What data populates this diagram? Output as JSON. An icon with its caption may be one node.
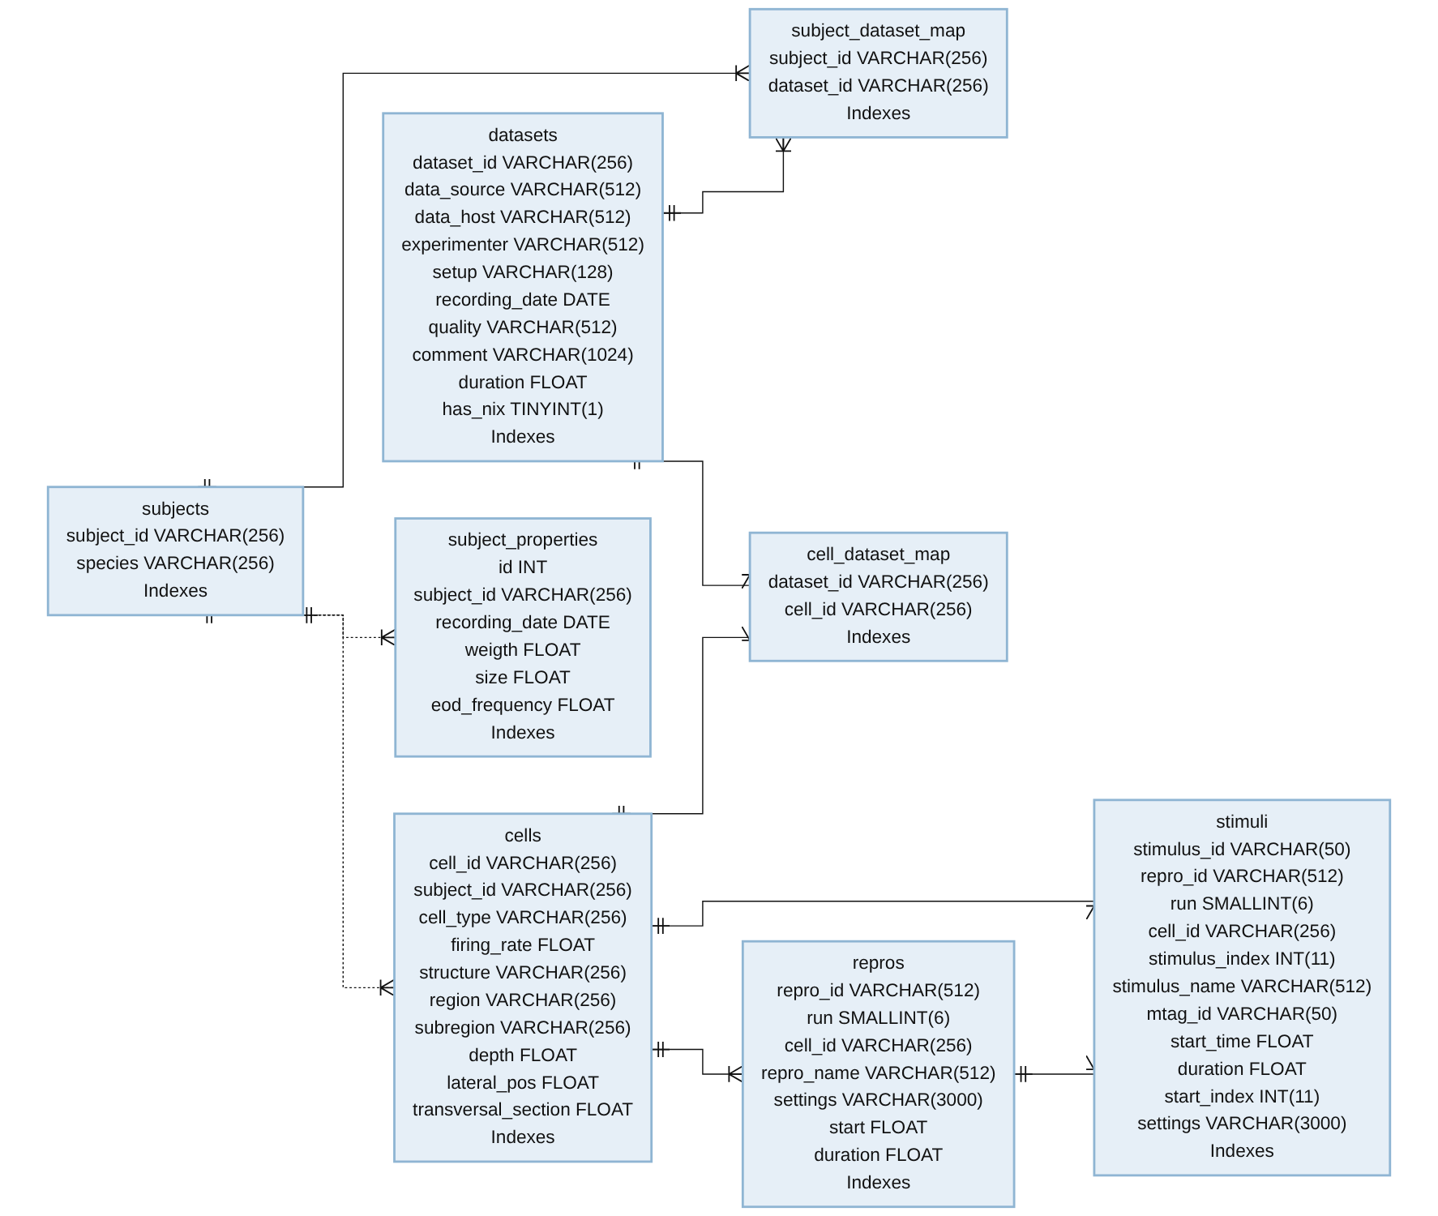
{
  "diagram": {
    "nodes": [
      {
        "text": [
          "datasets",
          "dataset_id VARCHAR(256)",
          "data_source VARCHAR(512)",
          "data_host VARCHAR(512)",
          "experimenter VARCHAR(512)",
          "setup VARCHAR(128)",
          "recording_date DATE",
          "quality VARCHAR(512)",
          "comment VARCHAR(1024)",
          "duration FLOAT",
          "has_nix TINYINT(1)",
          "Indexes"
        ]
      },
      {
        "text": [
          "subject_dataset_map",
          "subject_id VARCHAR(256)",
          "dataset_id VARCHAR(256)",
          "Indexes"
        ]
      },
      {
        "text": [
          "subjects",
          "subject_id VARCHAR(256)",
          "species VARCHAR(256)",
          "Indexes"
        ]
      },
      {
        "text": [
          "subject_properties",
          "id INT",
          "subject_id VARCHAR(256)",
          "recording_date DATE",
          "weigth FLOAT",
          "size FLOAT",
          "eod_frequency FLOAT",
          "Indexes"
        ]
      },
      {
        "text": [
          "cell_dataset_map",
          "dataset_id VARCHAR(256)",
          "cell_id VARCHAR(256)",
          "Indexes"
        ]
      },
      {
        "text": [
          "cells",
          "cell_id VARCHAR(256)",
          "subject_id VARCHAR(256)",
          "cell_type VARCHAR(256)",
          "firing_rate FLOAT",
          "structure VARCHAR(256)",
          "region VARCHAR(256)",
          "subregion VARCHAR(256)",
          "depth FLOAT",
          "lateral_pos FLOAT",
          "transversal_section FLOAT",
          "Indexes"
        ]
      },
      {
        "text": [
          "stimuli",
          "stimulus_id VARCHAR(50)",
          "repro_id VARCHAR(512)",
          "run SMALLINT(6)",
          "cell_id VARCHAR(256)",
          "stimulus_index INT(11)",
          "stimulus_name VARCHAR(512)",
          "mtag_id VARCHAR(50)",
          "start_time FLOAT",
          "duration FLOAT",
          "start_index INT(11)",
          "settings VARCHAR(3000)",
          "Indexes"
        ]
      },
      {
        "text": [
          "repros",
          "repro_id VARCHAR(512)",
          "run SMALLINT(6)",
          "cell_id VARCHAR(256)",
          "repro_name VARCHAR(512)",
          "settings VARCHAR(3000)",
          "start FLOAT",
          "duration FLOAT",
          "Indexes"
        ]
      }
    ],
    "edges": [
      {
        "from": 0,
        "to": 1,
        "arrow": "other"
      },
      {
        "from": 2,
        "to": 1,
        "arrow": "other"
      },
      {
        "from": 2,
        "to": 3,
        "arrow": "other",
        "style": "dashed"
      },
      {
        "from": 2,
        "to": 5,
        "arrow": "other",
        "style": "dashed"
      },
      {
        "from": 0,
        "to": 4,
        "arrow": "other"
      },
      {
        "from": 5,
        "to": 4,
        "arrow": "other"
      },
      {
        "from": 5,
        "to": 6,
        "arrow": "other"
      },
      {
        "from": 5,
        "to": 7,
        "arrow": "other"
      },
      {
        "from": 7,
        "to": 6,
        "arrow": "other"
      }
    ]
  }
}
